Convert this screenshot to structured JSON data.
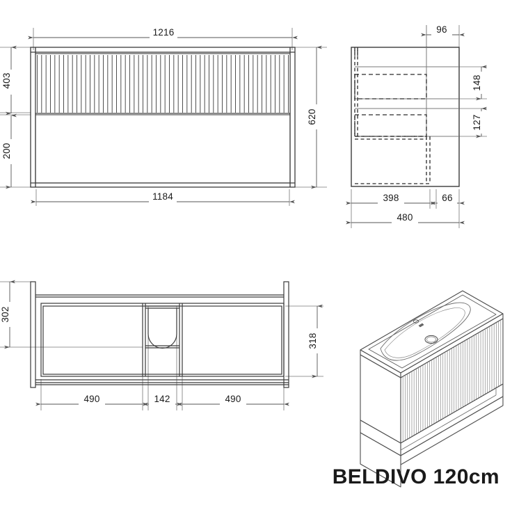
{
  "document": {
    "type": "technical-drawing",
    "title": "BELDIVO 120cm",
    "units": "mm",
    "background_color": "#ffffff",
    "line_color": "#3a3a3a",
    "dim_color": "#555555",
    "text_color": "#1a1a1a"
  },
  "views": {
    "front": {
      "name": "front-elevation",
      "dimensions": {
        "overall_width": "1216",
        "inner_width": "1184",
        "ribbed_panel_height": "403",
        "lower_panel_height": "200",
        "overall_height": "620"
      },
      "rib_count": 57
    },
    "side": {
      "name": "side-section",
      "dimensions": {
        "top_offset": "96",
        "upper_drawer_height": "148",
        "lower_drawer_height": "127",
        "cabinet_depth": "398",
        "overhang": "66",
        "overall_depth": "480"
      }
    },
    "plan": {
      "name": "plan-view",
      "dimensions": {
        "outer_depth": "302",
        "inner_depth": "318",
        "left_drawer_width": "490",
        "center_cutout_width": "142",
        "right_drawer_width": "490"
      }
    },
    "isometric": {
      "name": "isometric-view",
      "label": "washbasin-vanity-unit"
    }
  },
  "title_block": {
    "product_name": "BELDIVO 120cm"
  }
}
